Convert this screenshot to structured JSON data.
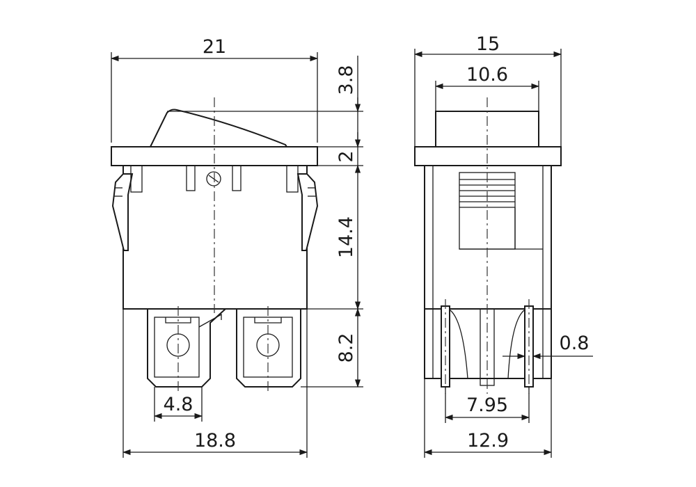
{
  "dimensions": {
    "front_width": "21",
    "front_height_rocker": "3.8",
    "front_height_flange": "2",
    "front_height_body": "14.4",
    "front_height_terminals": "8.2",
    "front_terminal_width": "4.8",
    "front_body_width": "18.8",
    "side_width": "15",
    "side_rocker_width": "10.6",
    "side_pin_thickness": "0.8",
    "side_pin_spacing": "7.95",
    "side_body_width": "12.9"
  }
}
